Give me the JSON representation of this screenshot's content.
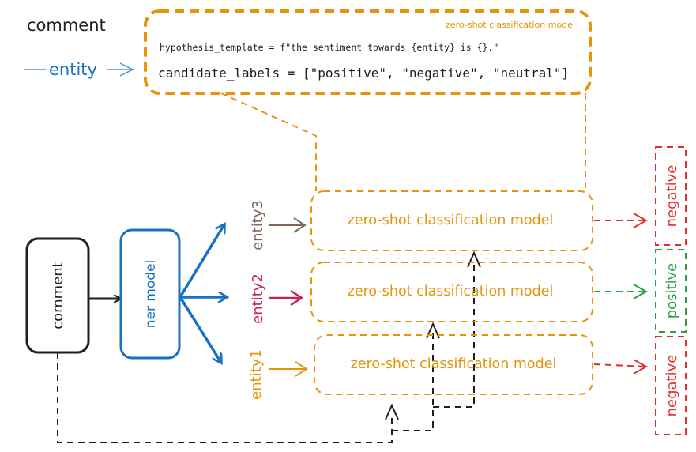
{
  "colors": {
    "orange": "#e8930c",
    "blue": "#1971c2",
    "black": "#1e1e1e",
    "brown": "#846358",
    "crimson": "#c2255c",
    "green": "#2f9e44",
    "red": "#e03131",
    "light_blue": "#4a90d9"
  },
  "legend": {
    "comment_label": "comment",
    "entity_label": "entity"
  },
  "config_box": {
    "title": "zero-shot classification model",
    "hypothesis_line": "hypothesis_template = f\"the sentiment towards {entity} is {}.\"",
    "labels_line": "candidate_labels = [\"positive\", \"negative\", \"neutral\"]"
  },
  "pipeline": {
    "comment_box": "comment",
    "ner_box": "ner model",
    "entities": [
      "entity3",
      "entity2",
      "entity1"
    ],
    "classifier_label": "zero-shot classification model",
    "outputs": [
      "negative",
      "positive",
      "negative"
    ]
  }
}
